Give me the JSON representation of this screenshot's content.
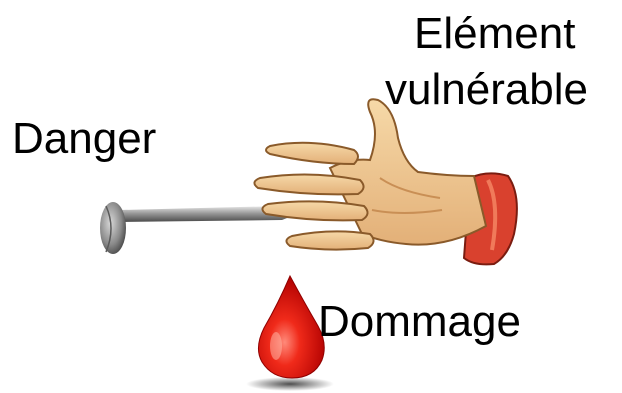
{
  "labels": {
    "element_line1": "Elément",
    "element_line2": "vulnérable",
    "danger": "Danger",
    "dommage": "Dommage"
  },
  "icons": {
    "nail": "nail-icon",
    "hand": "hand-icon",
    "blood_drop": "blood-drop-icon"
  },
  "colors": {
    "text": "#000000",
    "skin": "#EDC48E",
    "skin_shadow": "#C98F55",
    "sleeve": "#D9412E",
    "blood": "#D00000",
    "nail": "#9A9A9A"
  }
}
